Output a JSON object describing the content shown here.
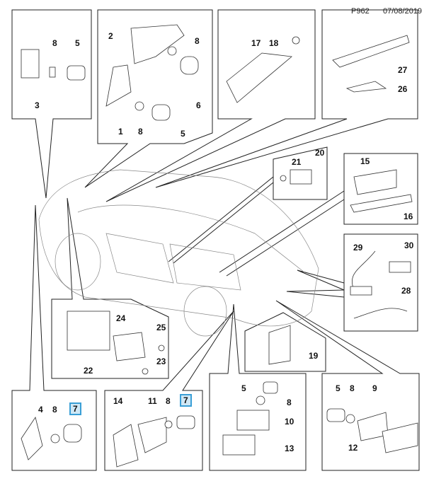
{
  "header": {
    "page_code": "P962",
    "date": "07/08/2019"
  },
  "highlight_color": "#cfe8f6",
  "highlight_border": "#3a9fd6",
  "boxes": {
    "front_left_sensor_bracket": {
      "callouts": [
        "8",
        "5",
        "3"
      ]
    },
    "front_camera_bracket": {
      "callouts": [
        "2",
        "8",
        "6",
        "1",
        "8",
        "5"
      ]
    },
    "door_handle_module": {
      "callouts": [
        "17",
        "18"
      ]
    },
    "roof_harness": {
      "callouts": [
        "27",
        "26"
      ]
    },
    "sensor_module_rear": {
      "callouts": [
        "21",
        "20"
      ]
    },
    "rear_harness_module": {
      "callouts": [
        "15",
        "16"
      ]
    },
    "lamp_harness": {
      "callouts": [
        "29",
        "30",
        "28"
      ]
    },
    "radar_control_unit": {
      "callouts": [
        "24",
        "25",
        "23",
        "22"
      ]
    },
    "rear_control_module": {
      "callouts": [
        "19"
      ]
    },
    "front_bumper_sensor_left": {
      "callouts": [
        "4",
        "8",
        "7"
      ]
    },
    "front_bumper_sensor_right": {
      "callouts": [
        "14",
        "11",
        "8",
        "7"
      ]
    },
    "rear_bumper_sensor_center": {
      "callouts": [
        "5",
        "8",
        "10",
        "13"
      ]
    },
    "rear_bumper_sensor_corner": {
      "callouts": [
        "5",
        "8",
        "9",
        "12"
      ]
    }
  }
}
